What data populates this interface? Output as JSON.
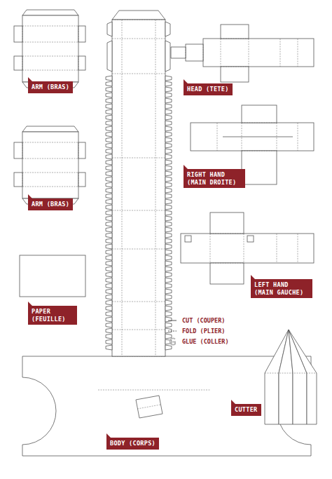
{
  "diagram": {
    "nodes": [
      {
        "text": [
          "ARM (BRAS)"
        ]
      },
      {
        "text": [
          "HEAD (TETE)"
        ]
      },
      {
        "text": [
          "RIGHT HAND (MAIN DROITE)"
        ]
      },
      {
        "text": [
          "ARM (BRAS)"
        ]
      },
      {
        "text": [
          "LEFT HAND (MAIN GAUCHE)"
        ]
      },
      {
        "text": [
          "PAPER (FEUILLE)"
        ]
      },
      {
        "text": [
          "CUTTER"
        ]
      },
      {
        "text": [
          "BODY (CORPS)"
        ]
      }
    ],
    "legend": [
      {
        "text": "CUT (COUPER)"
      },
      {
        "text": "FOLD (PLIER)"
      },
      {
        "text": "GLUE (COLLER)"
      }
    ]
  }
}
